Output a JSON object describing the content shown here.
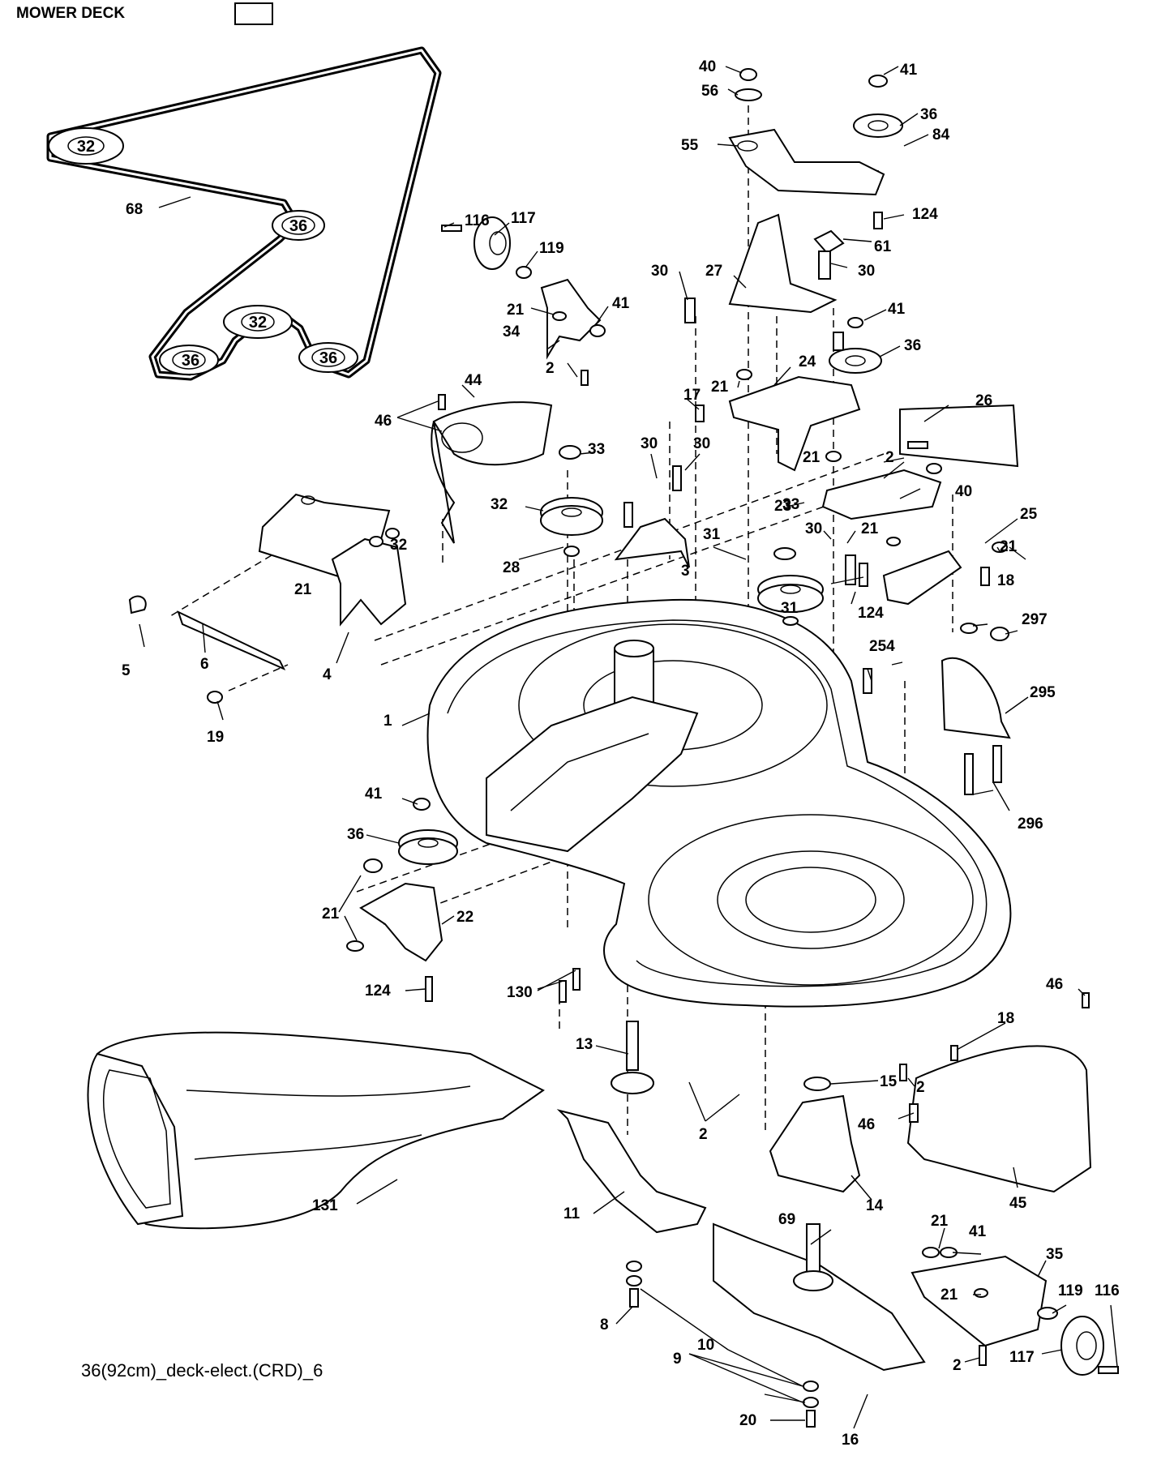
{
  "header": {
    "title_fragment": "MOWER DECK"
  },
  "caption": "36(92cm)_deck-elect.(CRD)_6",
  "belt_diagram": {
    "pulleys": [
      {
        "id": "p1",
        "label": "32"
      },
      {
        "id": "p2",
        "label": "36"
      },
      {
        "id": "p3",
        "label": "32"
      },
      {
        "id": "p4",
        "label": "36"
      },
      {
        "id": "p5",
        "label": "36"
      }
    ],
    "belt_label": "68"
  },
  "callouts": [
    {
      "id": "c1",
      "label": "40"
    },
    {
      "id": "c2",
      "label": "41"
    },
    {
      "id": "c3",
      "label": "56"
    },
    {
      "id": "c4",
      "label": "36"
    },
    {
      "id": "c5",
      "label": "84"
    },
    {
      "id": "c6",
      "label": "55"
    },
    {
      "id": "c7",
      "label": "124"
    },
    {
      "id": "c8",
      "label": "61"
    },
    {
      "id": "c9",
      "label": "116"
    },
    {
      "id": "c10",
      "label": "117"
    },
    {
      "id": "c11",
      "label": "119"
    },
    {
      "id": "c12",
      "label": "30"
    },
    {
      "id": "c13",
      "label": "27"
    },
    {
      "id": "c14",
      "label": "30"
    },
    {
      "id": "c15",
      "label": "21"
    },
    {
      "id": "c16",
      "label": "41"
    },
    {
      "id": "c17",
      "label": "34"
    },
    {
      "id": "c18",
      "label": "41"
    },
    {
      "id": "c19",
      "label": "36"
    },
    {
      "id": "c20",
      "label": "2"
    },
    {
      "id": "c21",
      "label": "24"
    },
    {
      "id": "c22",
      "label": "21"
    },
    {
      "id": "c23",
      "label": "17"
    },
    {
      "id": "c24",
      "label": "44"
    },
    {
      "id": "c25",
      "label": "46"
    },
    {
      "id": "c26",
      "label": "26"
    },
    {
      "id": "c27",
      "label": "30"
    },
    {
      "id": "c28",
      "label": "30"
    },
    {
      "id": "c29",
      "label": "33"
    },
    {
      "id": "c30",
      "label": "21"
    },
    {
      "id": "c31",
      "label": "2"
    },
    {
      "id": "c32",
      "label": "40"
    },
    {
      "id": "c33",
      "label": "32"
    },
    {
      "id": "c34",
      "label": "23"
    },
    {
      "id": "c35",
      "label": "33"
    },
    {
      "id": "c36",
      "label": "25"
    },
    {
      "id": "c37",
      "label": "21"
    },
    {
      "id": "c38",
      "label": "30"
    },
    {
      "id": "c39",
      "label": "21"
    },
    {
      "id": "c40",
      "label": "32"
    },
    {
      "id": "c41",
      "label": "31"
    },
    {
      "id": "c42",
      "label": "28"
    },
    {
      "id": "c43",
      "label": "3"
    },
    {
      "id": "c44",
      "label": "21"
    },
    {
      "id": "c45",
      "label": "18"
    },
    {
      "id": "c46",
      "label": "124"
    },
    {
      "id": "c47",
      "label": "31"
    },
    {
      "id": "c48",
      "label": "297"
    },
    {
      "id": "c49",
      "label": "5"
    },
    {
      "id": "c50",
      "label": "6"
    },
    {
      "id": "c51",
      "label": "4"
    },
    {
      "id": "c52",
      "label": "254"
    },
    {
      "id": "c53",
      "label": "295"
    },
    {
      "id": "c54",
      "label": "19"
    },
    {
      "id": "c55",
      "label": "1"
    },
    {
      "id": "c56",
      "label": "41"
    },
    {
      "id": "c57",
      "label": "296"
    },
    {
      "id": "c58",
      "label": "36"
    },
    {
      "id": "c59",
      "label": "21"
    },
    {
      "id": "c60",
      "label": "22"
    },
    {
      "id": "c61",
      "label": "46"
    },
    {
      "id": "c62",
      "label": "124"
    },
    {
      "id": "c63",
      "label": "130"
    },
    {
      "id": "c64",
      "label": "18"
    },
    {
      "id": "c65",
      "label": "13"
    },
    {
      "id": "c66",
      "label": "15"
    },
    {
      "id": "c67",
      "label": "2"
    },
    {
      "id": "c68",
      "label": "46"
    },
    {
      "id": "c69",
      "label": "2"
    },
    {
      "id": "c70",
      "label": "131"
    },
    {
      "id": "c71",
      "label": "11"
    },
    {
      "id": "c72",
      "label": "14"
    },
    {
      "id": "c73",
      "label": "45"
    },
    {
      "id": "c74",
      "label": "69"
    },
    {
      "id": "c75",
      "label": "21"
    },
    {
      "id": "c76",
      "label": "41"
    },
    {
      "id": "c77",
      "label": "35"
    },
    {
      "id": "c78",
      "label": "21"
    },
    {
      "id": "c79",
      "label": "119"
    },
    {
      "id": "c80",
      "label": "116"
    },
    {
      "id": "c81",
      "label": "8"
    },
    {
      "id": "c82",
      "label": "10"
    },
    {
      "id": "c83",
      "label": "2"
    },
    {
      "id": "c84",
      "label": "117"
    },
    {
      "id": "c85",
      "label": "9"
    },
    {
      "id": "c86",
      "label": "20"
    },
    {
      "id": "c87",
      "label": "16"
    }
  ]
}
